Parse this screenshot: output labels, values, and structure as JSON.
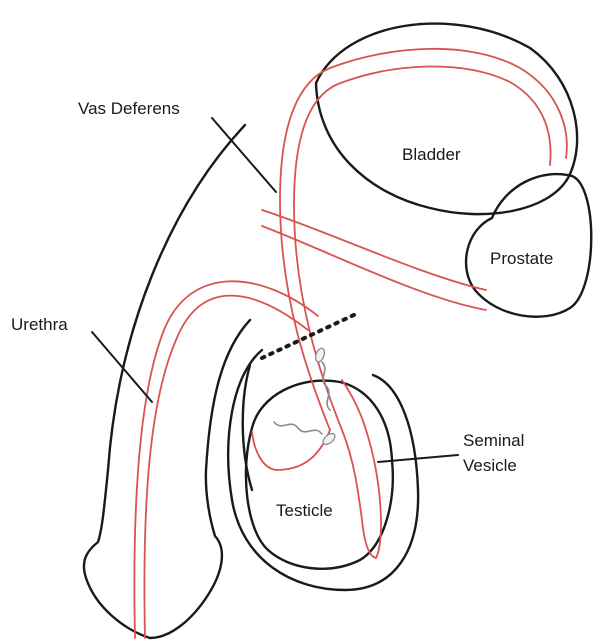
{
  "labels": {
    "vas_deferens": "Vas Deferens",
    "bladder": "Bladder",
    "prostate": "Prostate",
    "urethra": "Urethra",
    "seminal_vesicle_line1": "Seminal",
    "seminal_vesicle_line2": "Vesicle",
    "testicle": "Testicle"
  },
  "colors": {
    "outline": "#1a1a1a",
    "duct": "#d9534f",
    "sperm": "#8a8a8a",
    "background": "#ffffff"
  }
}
